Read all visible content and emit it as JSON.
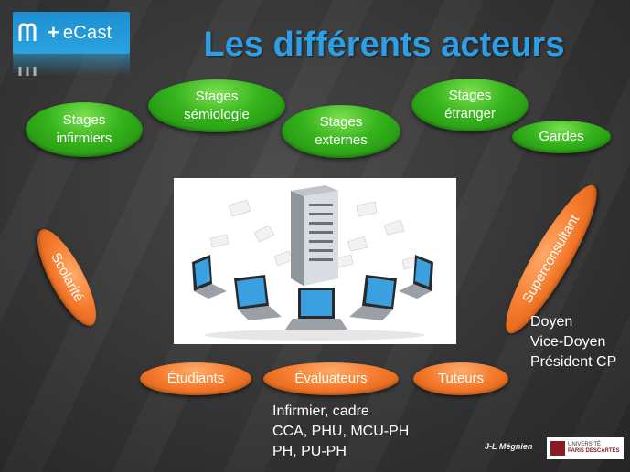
{
  "logo": {
    "text": "eCast",
    "plus": "+"
  },
  "title": "Les différents acteurs",
  "green_bubbles": [
    {
      "lines": [
        "Stages",
        "infirmiers"
      ]
    },
    {
      "lines": [
        "Stages",
        "sémiologie"
      ]
    },
    {
      "lines": [
        "Stages",
        "externes"
      ]
    },
    {
      "lines": [
        "Stages",
        "étranger"
      ]
    },
    {
      "lines": [
        "Gardes"
      ]
    }
  ],
  "orange_bubbles": {
    "scolarite": "Scolarité",
    "superconsultant": "Superconsultant",
    "etudiants": "Étudiants",
    "evaluateurs": "Évaluateurs",
    "tuteurs": "Tuteurs"
  },
  "superconsultant_roles": [
    "Doyen",
    "Vice-Doyen",
    "Président CP"
  ],
  "evaluateur_roles": [
    "Infirmier, cadre",
    "CCA, PHU, MCU-PH",
    "PH, PU-PH"
  ],
  "author": "J-L Mégnien",
  "university": {
    "line1": "UNIVERSITÉ",
    "line2": "PARIS DESCARTES"
  },
  "colors": {
    "title_blue": "#2e9fe6",
    "green": "#35b31c",
    "orange": "#f57a2c"
  }
}
